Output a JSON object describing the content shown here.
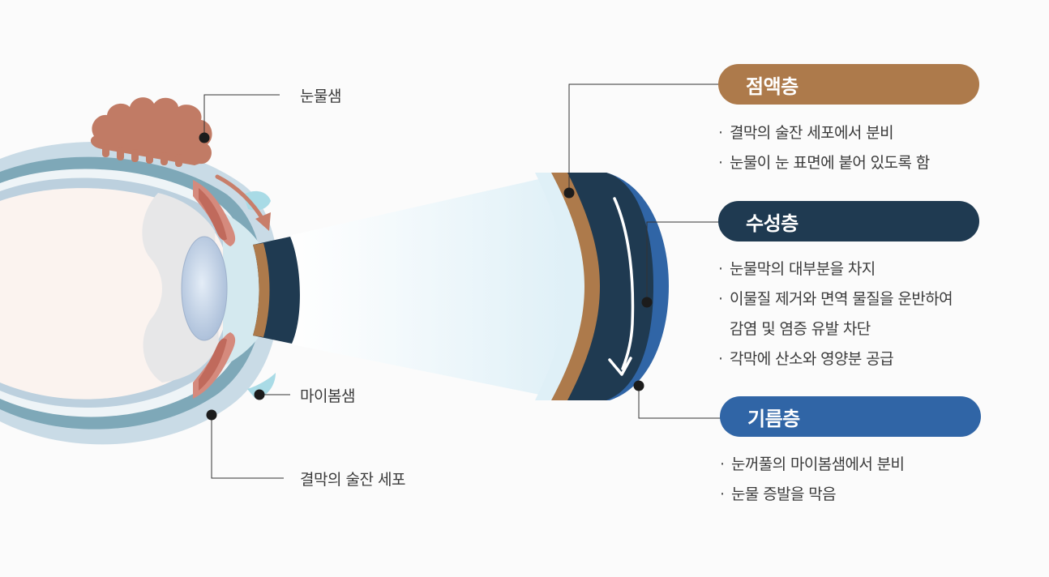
{
  "labels": {
    "lacrimal_gland": "눈물샘",
    "meibomian_gland": "마이봄샘",
    "goblet_cells": "결막의 술잔 세포"
  },
  "layers": [
    {
      "title": "점액층",
      "color": "#ad7a4b",
      "bullets": [
        "결막의 술잔 세포에서 분비",
        "눈물이 눈 표면에 붙어 있도록 함"
      ]
    },
    {
      "title": "수성층",
      "color": "#1f3a51",
      "bullets": [
        "눈물막의 대부분을 차지",
        "이물질 제거와 면역 물질을 운반하여",
        "감염 및 염증 유발 차단",
        "각막에 산소와 영양분 공급"
      ]
    },
    {
      "title": "기름층",
      "color": "#3065a6",
      "bullets": [
        "눈꺼풀의 마이봄샘에서 분비",
        "눈물 증발을 막음"
      ]
    }
  ]
}
